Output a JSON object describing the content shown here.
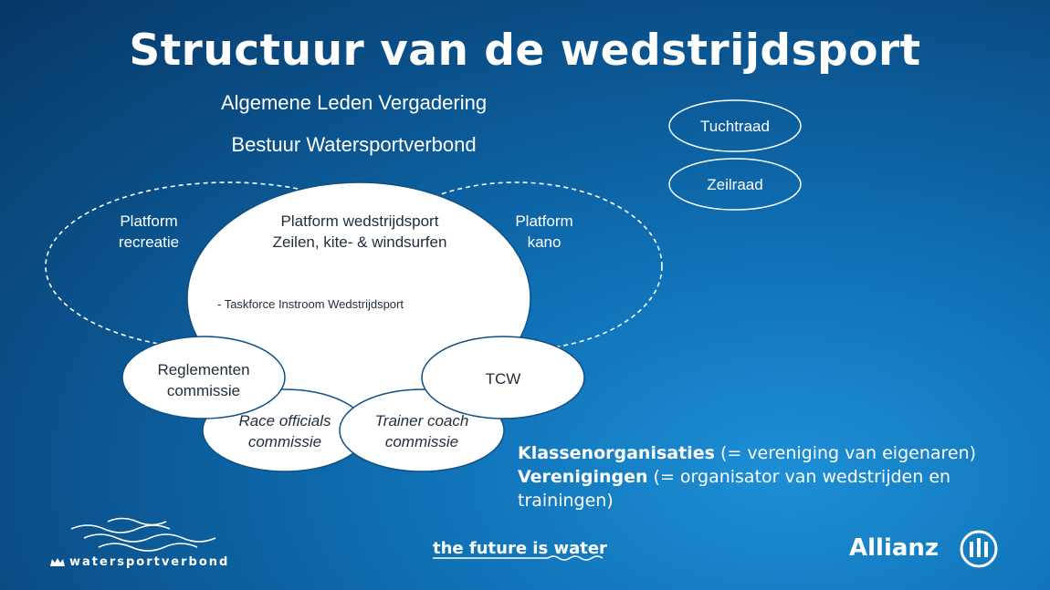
{
  "title": "Structuur van de wedstrijdsport",
  "top_labels": {
    "alv": "Algemene Leden Vergadering",
    "bestuur": "Bestuur Watersportverbond"
  },
  "right_ovals": {
    "tuchtraad": "Tuchtraad",
    "zeilraad": "Zeilraad"
  },
  "platforms": {
    "recreatie_line1": "Platform",
    "recreatie_line2": "recreatie",
    "kano_line1": "Platform",
    "kano_line2": "kano",
    "wedstrijd_line1": "Platform wedstrijdsport",
    "wedstrijd_line2": "Zeilen, kite- & windsurfen",
    "taskforce": "- Taskforce Instroom Wedstrijdsport"
  },
  "commissions": {
    "reglementen_line1": "Reglementen",
    "reglementen_line2": "commissie",
    "race_line1": "Race officials",
    "race_line2": "commissie",
    "trainer_line1": "Trainer coach",
    "trainer_line2": "commissie",
    "tcw": "TCW"
  },
  "bottom": {
    "klasse_bold": "Klassenorganisaties",
    "klasse_rest": " (= vereniging van eigenaren)",
    "ver_bold": "Verenigingen",
    "ver_rest": " (= organisator van wedstrijden en trainingen)"
  },
  "footer": {
    "left_logo": "watersportverbond",
    "center": "the future is water",
    "right_logo": "Allianz"
  },
  "colors": {
    "bg_dark": "#073866",
    "bg_light": "#1d8fd6",
    "shape_fill": "#ffffff",
    "shape_stroke": "#0f4f84"
  }
}
